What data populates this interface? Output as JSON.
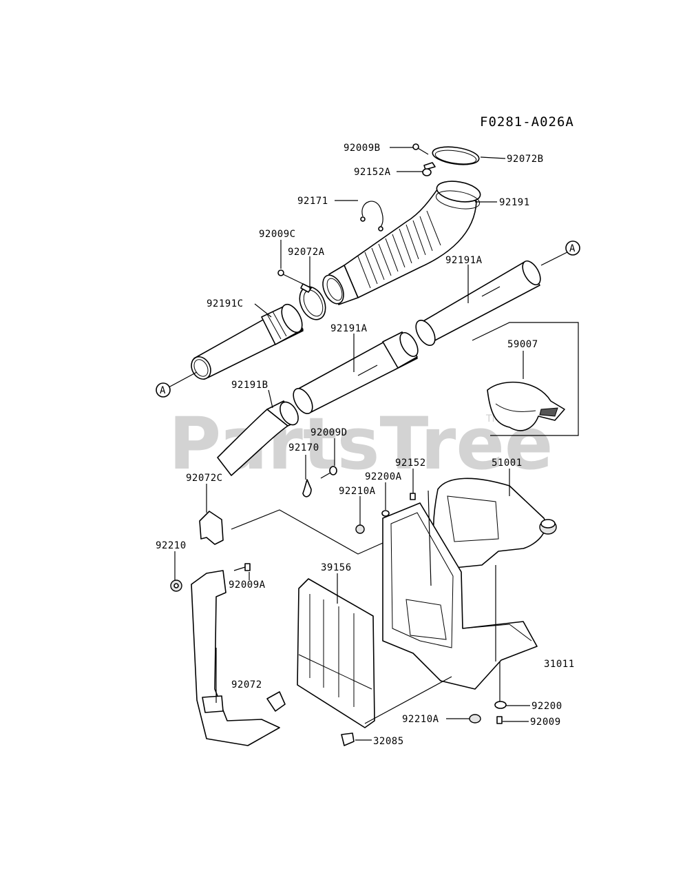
{
  "diagram_id": "F0281-A026A",
  "watermark": "PartsTree",
  "trademark": "TM",
  "ref_marker": "A",
  "parts": {
    "p92009B": "92009B",
    "p92072B": "92072B",
    "p92152A": "92152A",
    "p92171": "92171",
    "p92191": "92191",
    "p92009C": "92009C",
    "p92072A": "92072A",
    "p92191A_top": "92191A",
    "p92191C": "92191C",
    "p92191A_mid": "92191A",
    "p59007": "59007",
    "p92191B": "92191B",
    "p92009D": "92009D",
    "p92170": "92170",
    "p92152": "92152",
    "p51001": "51001",
    "p92200A": "92200A",
    "p92210A_top": "92210A",
    "p92072C": "92072C",
    "p92210": "92210",
    "p92009A": "92009A",
    "p39156": "39156",
    "p31011": "31011",
    "p92072": "92072",
    "p92200": "92200",
    "p92210A_bot": "92210A",
    "p92009": "92009",
    "p32085": "32085"
  }
}
